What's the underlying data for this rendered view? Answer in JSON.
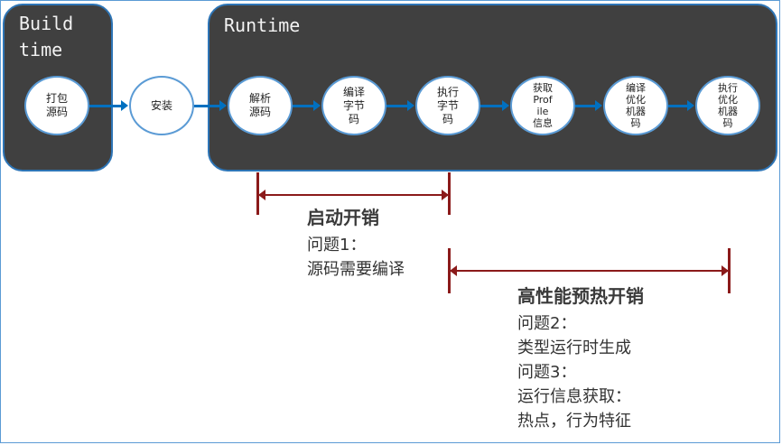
{
  "build_panel": {
    "title": "Build\ntime"
  },
  "runtime_panel": {
    "title": "Runtime"
  },
  "nodes": [
    {
      "label": "打包\n源码"
    },
    {
      "label": "安装"
    },
    {
      "label": "解析\n源码"
    },
    {
      "label": "编译\n字节\n码"
    },
    {
      "label": "执行\n字节\n码"
    },
    {
      "label": "获取\nProf\nile\n信息"
    },
    {
      "label": "编译\n优化\n机器\n码"
    },
    {
      "label": "执行\n优化\n机器\n码"
    }
  ],
  "startup": {
    "title": "启动开销",
    "note": "问题1：\n源码需要编译"
  },
  "warmup": {
    "title": "高性能预热开销",
    "note": "问题2：\n类型运行时生成\n问题3：\n运行信息获取：\n热点，行为特征"
  },
  "colors": {
    "panel": "#404040",
    "node_border": "#5b9bd5",
    "arrow": "#0070c0",
    "marker": "#8b1a1a"
  }
}
